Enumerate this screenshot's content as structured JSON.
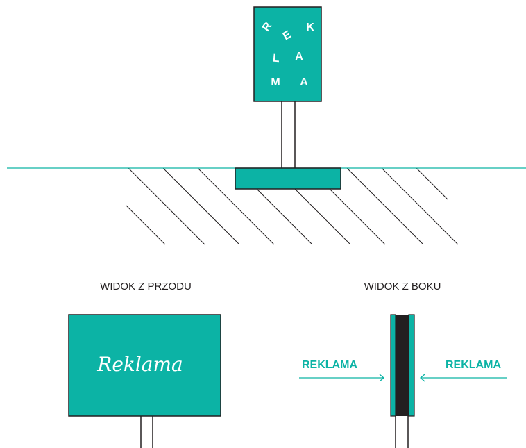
{
  "colors": {
    "teal": "#0cb3a5",
    "black": "#231f20",
    "white": "#ffffff"
  },
  "sign_letters": {
    "r": "R",
    "e": "E",
    "k": "K",
    "l": "L",
    "a1": "A",
    "m": "M",
    "a2": "A"
  },
  "front_view": {
    "title": "WIDOK Z PRZODU",
    "sign_text": "Reklama"
  },
  "side_view": {
    "title": "WIDOK Z BOKU",
    "left_label": "REKLAMA",
    "right_label": "REKLAMA"
  }
}
